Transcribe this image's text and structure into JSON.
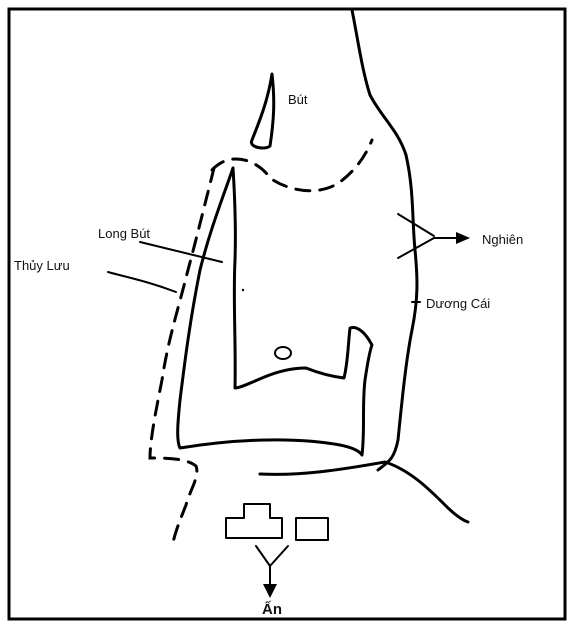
{
  "labels": {
    "but": "Bút",
    "long_but": "Long Bút",
    "thuy_luu": "Thủy Lưu",
    "nghien": "Nghiên",
    "duong_cai": "Dương Cái",
    "an": "Ấn"
  }
}
